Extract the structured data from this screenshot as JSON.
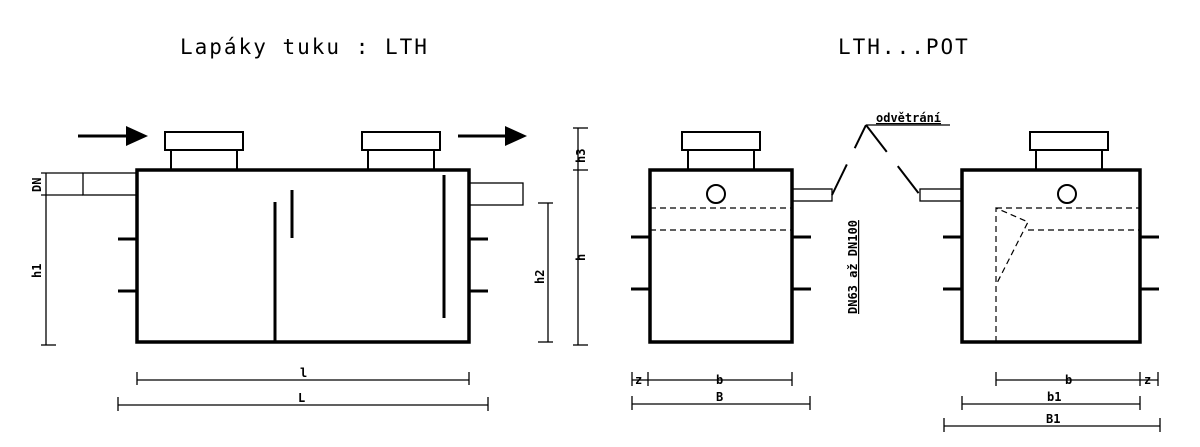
{
  "titles": {
    "left": "Lapáky tuku : LTH",
    "right": "LTH...POT"
  },
  "labels": {
    "dn": "DN",
    "h1": "h1",
    "h2": "h2",
    "h": "h",
    "h3": "h3",
    "l_inner": "l",
    "l_outer": "L",
    "z_left": "z",
    "b_left": "b",
    "B_left": "B",
    "b_right": "b",
    "z_right": "z",
    "b1": "b1",
    "B1": "B1",
    "vent": "odvětrání",
    "pipe_range": "DN63 až DN100"
  }
}
